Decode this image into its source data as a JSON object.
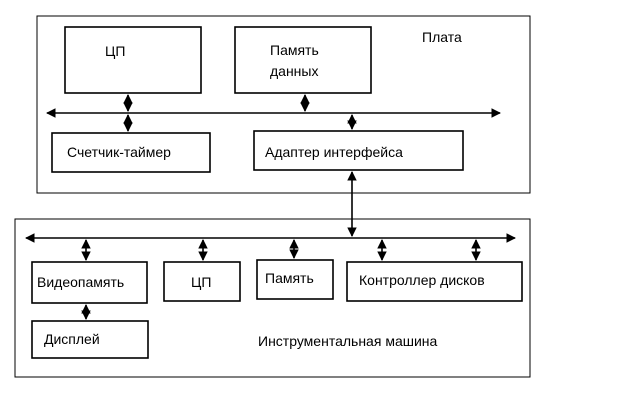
{
  "board": {
    "title": "Плата",
    "cpu": "ЦП",
    "data_memory": [
      "Память",
      "данных"
    ],
    "timer": "Счетчик-таймер",
    "interface_adapter": "Адаптер интерфейса"
  },
  "host": {
    "title": "Инструментальная машина",
    "video_memory": "Видеопамять",
    "cpu": "ЦП",
    "memory": "Память",
    "disk_controller": "Контроллер дисков",
    "display": "Дисплей"
  },
  "colors": {
    "line": "#000000",
    "background": "#ffffff"
  }
}
